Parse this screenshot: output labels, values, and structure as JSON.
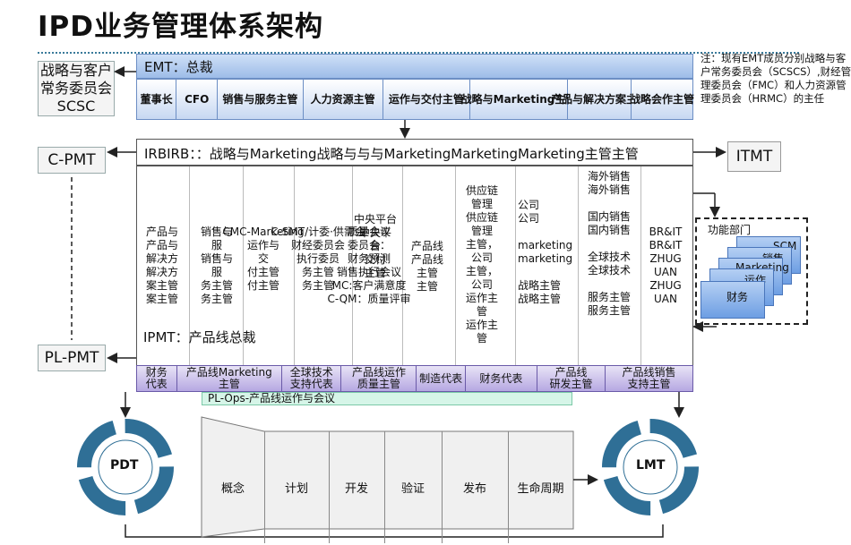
{
  "title": "IPD业务管理体系架构",
  "left_boxes": {
    "sc": "战略与客户常务委员会SCSC",
    "cpmt": "C-PMT",
    "plpmt": "PL-PMT"
  },
  "emt": {
    "title": "EMT：总裁",
    "cells": [
      "董事长",
      "CFO",
      "销售与服务主管",
      "人力资源主管",
      "运作与交付主管",
      "战略与Marketing主管",
      "产品与解决方案主管",
      "战略会作主管"
    ]
  },
  "note": "注：现有EMT成员分别战略与客户常务委员会（SCSCS）,财经管理委员会（FMC）和人力资源管理委员会（HRMC）的主任",
  "irb": "IRBIRB：：战略与Marketing战略与与与MarketingMarketingMarketing主管主管",
  "columns": [
    "产品与\n产品与\n解决方\n解决方\n案主管\n案主管",
    "销售与\n服\n销售与\n服\n务主管\n务主管",
    "CMC-Marketing\n运作与\n交\n付主管\n付主管",
    "C-SMT/计委·供需会\n财经委员会\n执行委员\n务主管\n务主管",
    "质量会议\n委员会：\n财务预测\n销售执行会议\nMC:客户满意度\nC-QM：质量评审",
    "中央平台\n中央平\n台\n交付\n主管",
    "产品线\n产品线\n主管\n主管",
    "供应链\n管理\n供应链\n管理\n主管，\n公司\n主管，\n公司\n运作主\n管\n运作主\n管",
    "公司\n公司\n\nmarketing\nmarketing\n\n战略主管\n战略主管",
    "海外销售\n海外销售\n\n国内销售\n国内销售\n\n全球技术\n全球技术\n\n服务主管\n服务主管",
    "BR&IT\nBR&IT\nZHUG\nUAN\nZHUG\nUAN"
  ],
  "ipmt": "IPMT：产品线总裁",
  "bottom_cells": [
    "财务\n代表",
    "产品线Marketing\n主管",
    "全球技术\n支持代表",
    "产品线运作\n质量主管",
    "制造代表",
    "财务代表",
    "产品线\n研发主管",
    "产品线销售\n支持主管"
  ],
  "plops": "PL-Ops-产品线运作与会议",
  "itmt": "ITMT",
  "func": {
    "label": "功能部门",
    "items": [
      "SCM",
      "销售",
      "Marketing",
      "运作",
      "财务"
    ]
  },
  "pdt": "PDT",
  "lmt": "LMT",
  "stages": [
    "概念",
    "计划",
    "开发",
    "验证",
    "发布",
    "生命周期"
  ]
}
